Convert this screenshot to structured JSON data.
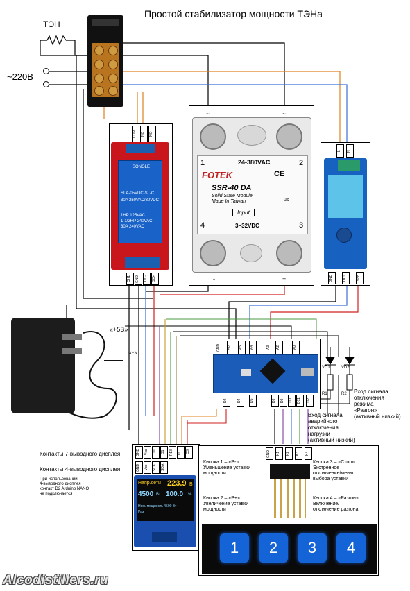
{
  "title": "Простой стабилизатор мощности ТЭНа",
  "heater_label": "ТЭН",
  "mains_label": "~220В",
  "plus5v_label": "«+5В»",
  "minus_label": "«-»",
  "relay": {
    "pins_top": [
      "COM",
      "NC",
      "NO"
    ],
    "pins_bottom": [
      "CH1",
      "GND",
      "DC-",
      "DC+"
    ],
    "text": [
      "SONGLE",
      "SLA-05VDC-SL-C",
      "30A 250VAC/30VDC",
      "1HP 125VAC",
      "1-1/2HP 240VAC",
      "30A 240VAC"
    ]
  },
  "ssr": {
    "top_left": "~",
    "top_right": "~",
    "n1": "1",
    "n2": "2",
    "voltage": "24-380VAC",
    "brand": "FOTEK",
    "model": "SSR-40 DA",
    "desc": "Solid State Module",
    "made": "Made In Taiwan",
    "input_label": "Input",
    "n4": "4",
    "n3": "3",
    "input_voltage": "3~32VDC",
    "bottom_minus": "-",
    "bottom_plus": "+",
    "ce": "CE",
    "us": "us"
  },
  "zmpt": {
    "top_pins": [
      "L",
      "N"
    ],
    "bottom_pins": [
      "GND",
      "OUT",
      "Vcc"
    ]
  },
  "nano": {
    "top_pins": [
      "GND",
      "5V",
      "A5",
      "A4",
      "A3",
      "A2",
      "A0"
    ],
    "bottom_pins": [
      "D2",
      "D4",
      "D5",
      "D8",
      "D9",
      "D10",
      "D11",
      "D12"
    ]
  },
  "diodes": {
    "vd1": "VD1",
    "vd2": "VD2",
    "r1": "R1",
    "r2": "R2"
  },
  "inputs": {
    "boost_disable": [
      "Вход сигнала",
      "отключения",
      "режима",
      "«Разгон»",
      "(активный низкий)"
    ],
    "emergency": [
      "Вход сигнала",
      "аварийного",
      "отключения",
      "нагрузки",
      "(активный низкий)"
    ]
  },
  "display": {
    "pins7_label": "Контакты 7-выводного дисплея",
    "pins4_label": "Контакты 4-выводного дисплея",
    "note": [
      "При использовании",
      "4-выводного дисплея",
      "контакт D2 Arduino NANO",
      "не подключается"
    ],
    "pins7": [
      "GND",
      "Vcc",
      "D0",
      "D1",
      "RES",
      "DC",
      "CS"
    ],
    "pins4": [
      "GND",
      "Vcc",
      "SCK",
      "SDA"
    ],
    "row1_label": "Напр.сети",
    "row1_value": "223.9",
    "row1_unit": "В",
    "row2_left": "4500",
    "row2_unit1": "Вт",
    "row2_right": "100.0",
    "row2_unit2": "%",
    "row3": "Ном. мощность 4500 Вт",
    "row4": "Разг"
  },
  "keypad": {
    "pins": [
      "GND",
      "K1",
      "K2",
      "K3",
      "K4"
    ],
    "k1": [
      "Кнопка 1 – «Р-»",
      "Уменьшение уставки",
      "мощности"
    ],
    "k2": [
      "Кнопка 2 – «Р+»",
      "Увеличение уставки",
      "мощности"
    ],
    "k3": [
      "Кнопка 3 – «Стоп»",
      "Экстренное",
      "отключение/меню",
      "выбора уставки"
    ],
    "k4": [
      "Кнопка 4 – «Разгон»",
      "Включение/",
      "отключение разгона"
    ],
    "keys": [
      "1",
      "2",
      "3",
      "4"
    ]
  },
  "watermark": "Alcodistillers.ru"
}
